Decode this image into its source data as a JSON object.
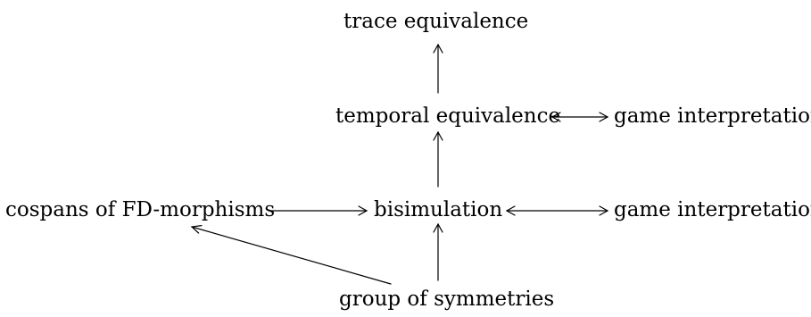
{
  "nodes": {
    "trace_equivalence": "trace equivalence",
    "temporal_equivalence": "temporal equivalence",
    "game_interpretation_top": "game interpretation",
    "cospans": "cospans of FD-morphisms",
    "bisimulation": "bisimulation",
    "game_interpretation_bottom": "game interpretation",
    "group_of_symmetries": "group of symmetries"
  }
}
